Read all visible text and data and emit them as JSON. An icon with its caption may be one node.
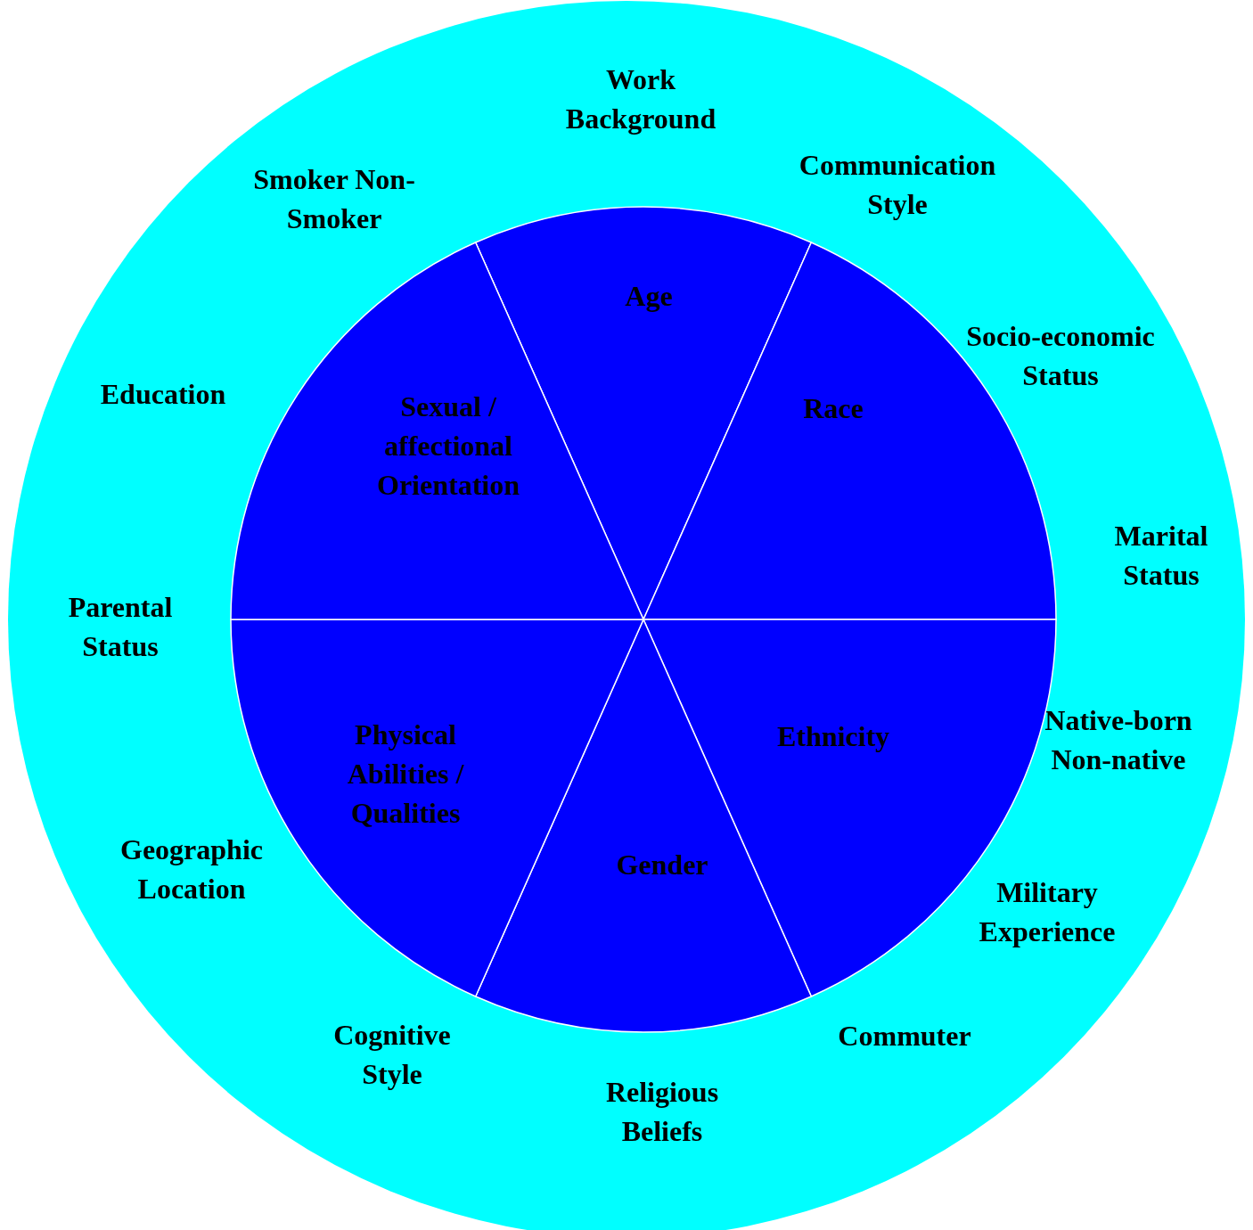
{
  "diagram": {
    "nodes": [
      {
        "text": [
          "Work Background",
          "Communication Style",
          "Socio-economic Status",
          "Marital Status",
          "Native-born Non-native",
          "Military Experience",
          "Commuter",
          "Religious Beliefs",
          "Cognitive Style",
          "Geographic Location",
          "Parental Status",
          "Education",
          "Smoker Non-Smoker"
        ]
      },
      {
        "text": [
          "Age"
        ],
        "in": 0
      },
      {
        "text": [
          "Race"
        ],
        "in": 0
      },
      {
        "text": [
          "Ethnicity"
        ],
        "in": 0
      },
      {
        "text": [
          "Gender"
        ],
        "in": 0
      },
      {
        "text": [
          "Physical Abilities / Qualities"
        ],
        "in": 0
      },
      {
        "text": [
          "Sexual / affectional Orientation"
        ],
        "in": 0
      }
    ]
  }
}
